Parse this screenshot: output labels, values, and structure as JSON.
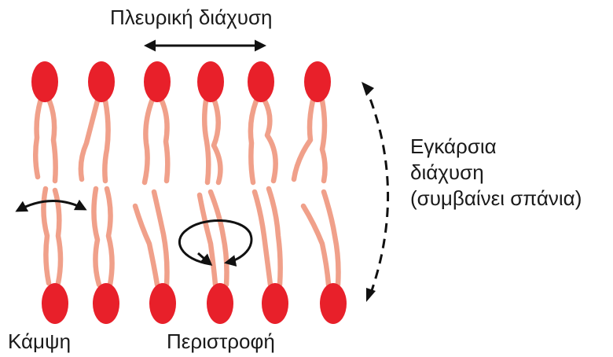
{
  "labels": {
    "lateral_diffusion": "Πλευρική διάχυση",
    "transverse_diffusion": [
      "Εγκάρσια",
      "διάχυση",
      "(συμβαίνει σπάνια)"
    ],
    "flexion": "Κάμψη",
    "rotation": "Περιστροφή"
  },
  "colors": {
    "head": "#e8202a",
    "tail": "#f0a08a",
    "arrow": "#111111",
    "text": "#1a1a1a"
  },
  "icons": {
    "lateral": "double-headed-arrow",
    "transverse": "dashed-curved-double-arrow",
    "flexion": "curved-double-arrow",
    "rotation": "circular-arrow"
  }
}
